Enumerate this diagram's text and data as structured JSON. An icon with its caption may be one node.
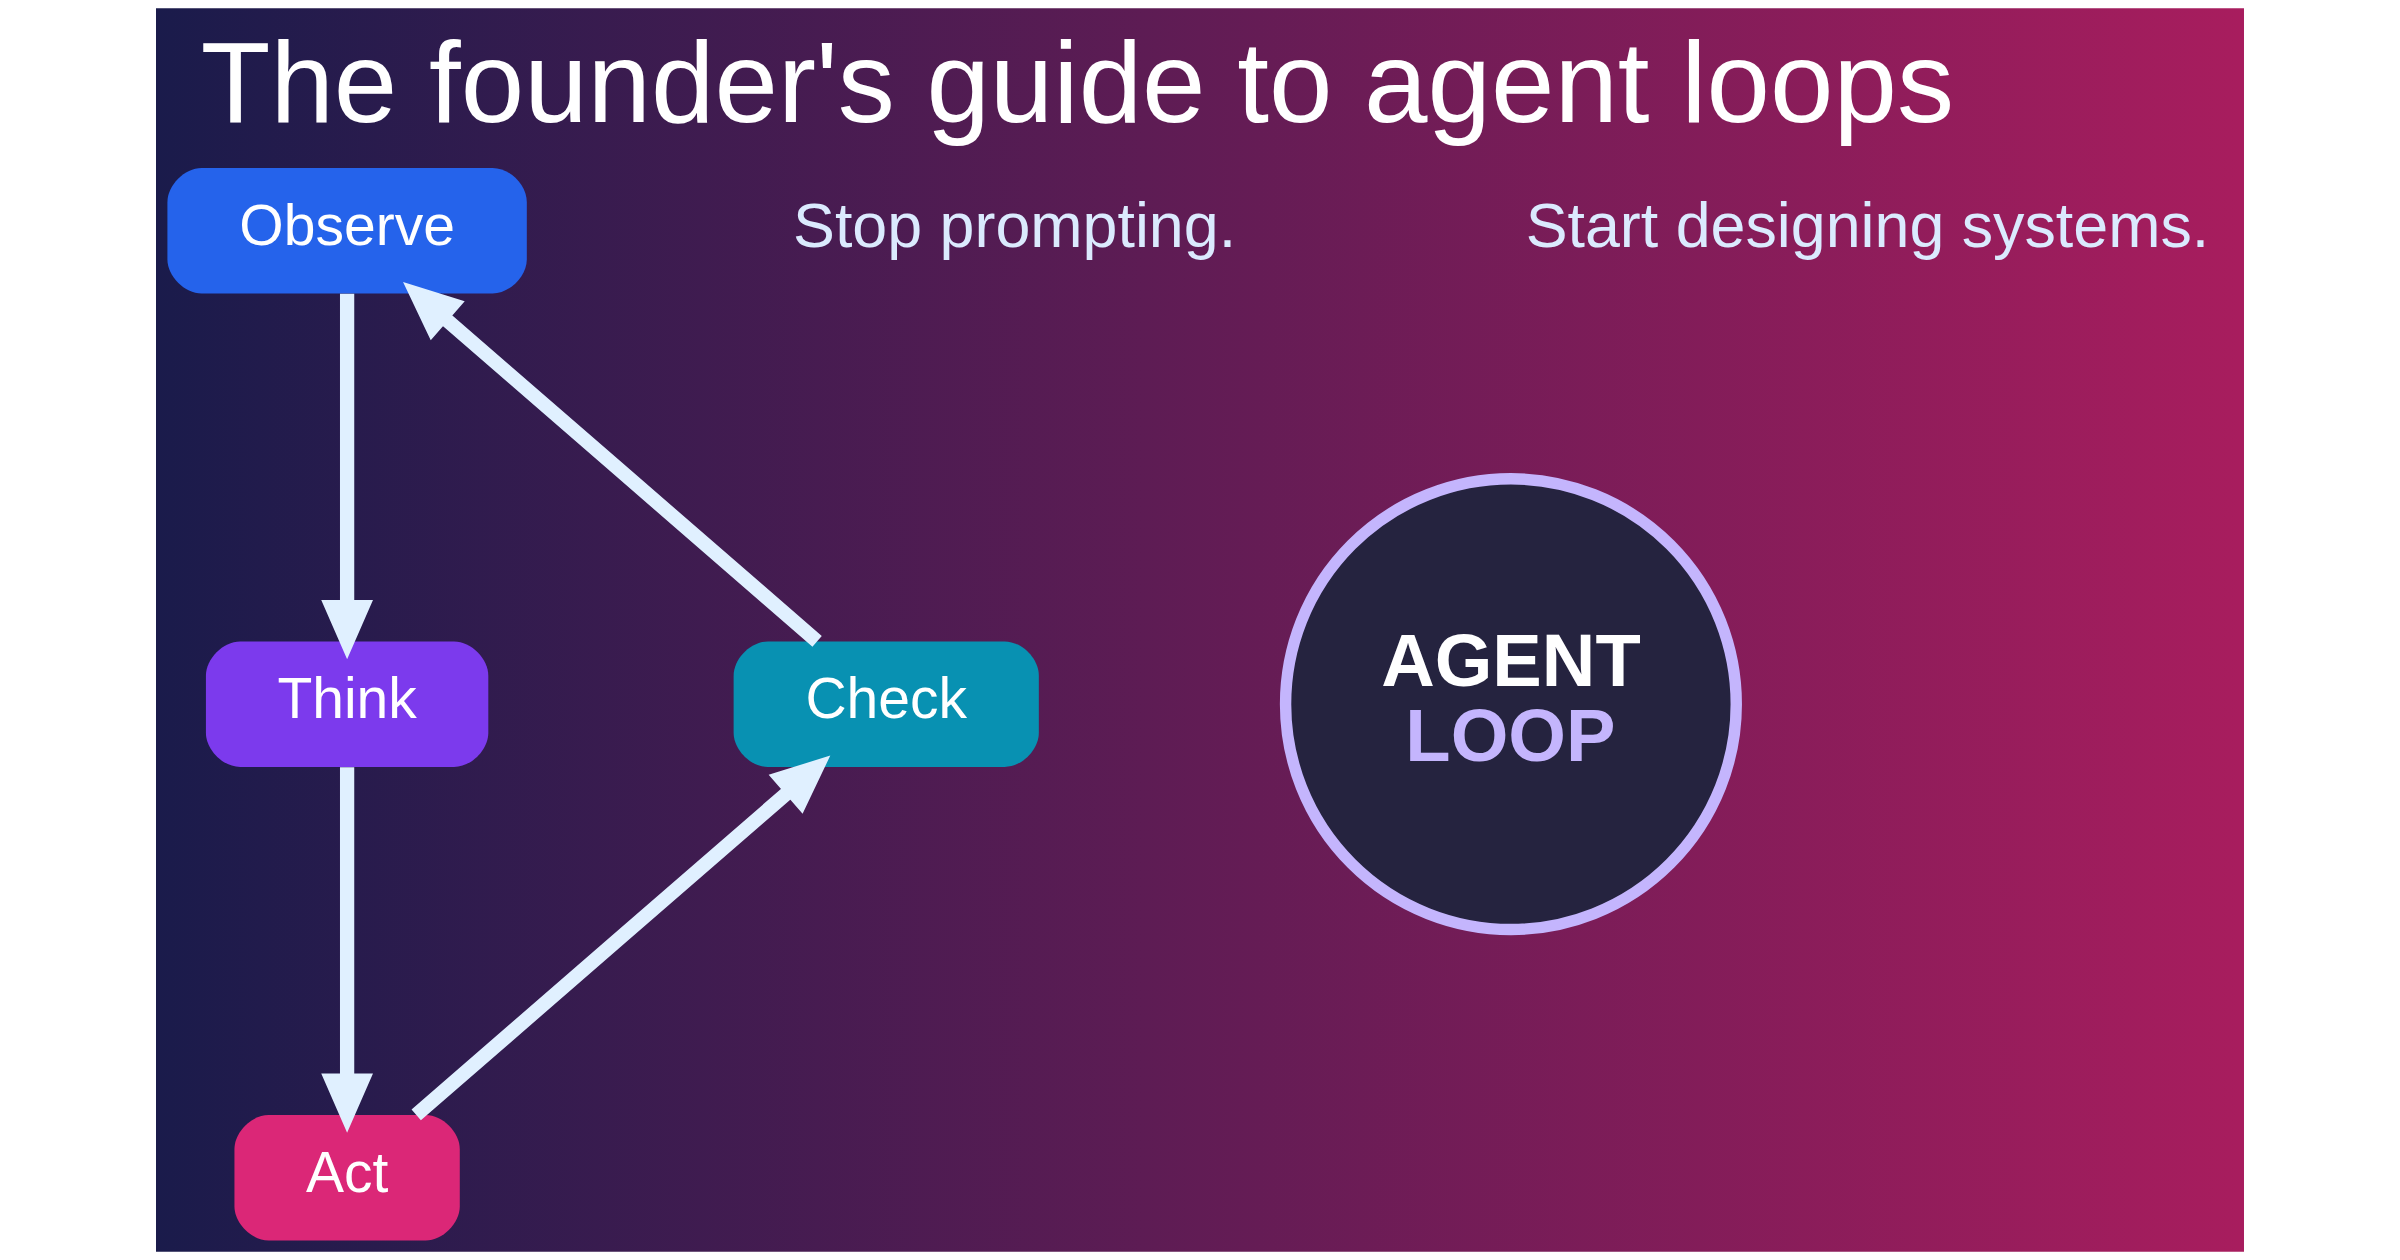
{
  "diagram": {
    "title": "The founder's guide to agent loops",
    "nodes": [
      {
        "text": [
          "Observe"
        ]
      },
      {
        "text": [
          "Think"
        ]
      },
      {
        "text": [
          "Act"
        ]
      },
      {
        "text": [
          "Check"
        ]
      },
      {
        "text": [
          "AGENT",
          "LOOP"
        ]
      }
    ],
    "edges": [
      {
        "from": 0,
        "to": 1,
        "arrow": "to"
      },
      {
        "from": 1,
        "to": 2,
        "arrow": "to"
      },
      {
        "from": 2,
        "to": 3,
        "arrow": "to"
      },
      {
        "from": 3,
        "to": 0,
        "arrow": "to"
      }
    ],
    "labels": [
      "Stop prompting.",
      "Start designing systems."
    ]
  }
}
